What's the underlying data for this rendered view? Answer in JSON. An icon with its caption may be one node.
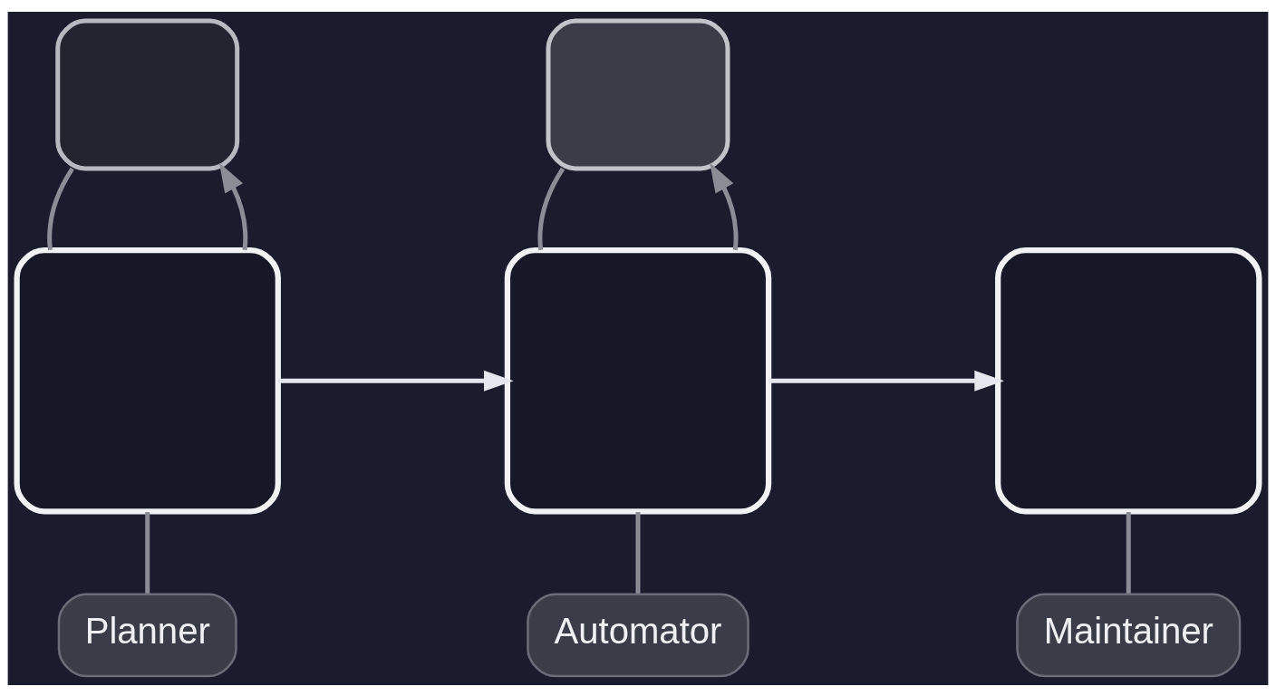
{
  "diagram": {
    "nodes": [
      {
        "text": [],
        "shape": "box"
      },
      {
        "text": [],
        "shape": "box"
      },
      {
        "text": [
          "Planner"
        ]
      },
      {
        "text": [],
        "shape": "box"
      },
      {
        "text": [],
        "shape": "box"
      },
      {
        "text": [
          "Automator"
        ]
      },
      {
        "text": [],
        "shape": "box"
      },
      {
        "text": [
          "Maintainer"
        ]
      }
    ],
    "edges": [
      {
        "from": 0,
        "to": 1,
        "arrow": "to"
      },
      {
        "from": 1,
        "to": 0,
        "arrow": "none"
      },
      {
        "from": 0,
        "to": 2,
        "arrow": "none"
      },
      {
        "from": 0,
        "to": 3,
        "arrow": "to",
        "color": "#e6e6ee"
      },
      {
        "from": 3,
        "to": 4,
        "arrow": "to"
      },
      {
        "from": 4,
        "to": 3,
        "arrow": "none"
      },
      {
        "from": 3,
        "to": 5,
        "arrow": "none"
      },
      {
        "from": 3,
        "to": 6,
        "arrow": "to",
        "color": "#e6e6ee"
      },
      {
        "from": 6,
        "to": 7,
        "arrow": "none"
      }
    ]
  }
}
